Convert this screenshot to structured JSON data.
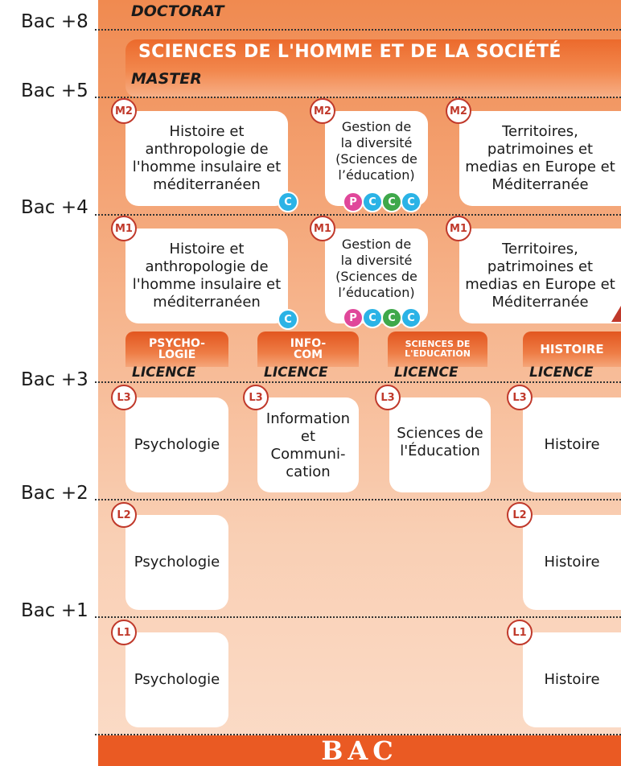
{
  "levels": {
    "bac8": "Bac +8",
    "bac5": "Bac +5",
    "bac4": "Bac +4",
    "bac3": "Bac +3",
    "bac2": "Bac +2",
    "bac1": "Bac +1"
  },
  "doctorat": "DOCTORAT",
  "master_label": "MASTER",
  "domain_title": "SCIENCES DE L'HOMME ET DE LA SOCIÉTÉ",
  "badges": {
    "m2": "M2",
    "m1": "M1",
    "l3": "L3",
    "l2": "L2",
    "l1": "L1"
  },
  "icons": {
    "c": "C",
    "p": "P"
  },
  "master": {
    "histoire": [
      "Histoire et",
      "anthropologie de",
      "l'homme insulaire et",
      "méditerranéen"
    ],
    "gestion": [
      "Gestion de",
      "la diversité",
      "(Sciences de",
      "l’éducation)"
    ],
    "territoires": [
      "Territoires,",
      "patrimoines et",
      "medias en Europe et",
      "Méditerranée"
    ]
  },
  "tabs": {
    "psycho": [
      "PSYCHO-",
      "LOGIE"
    ],
    "infocom": [
      "INFO-",
      "COM"
    ],
    "sciedu": [
      "SCIENCES DE",
      "L'EDUCATION"
    ],
    "histoire": [
      "HISTOIRE"
    ]
  },
  "licence_label": "LICENCE",
  "licence": {
    "psychologie": "Psychologie",
    "infocom": [
      "Information",
      "et",
      "Communi-",
      "cation"
    ],
    "sciedu": [
      "Sciences de",
      "l'Éducation"
    ],
    "histoire": "Histoire"
  },
  "bac": "BAC",
  "colors": {
    "accent": "#ea5a23",
    "badge": "#c0392b",
    "c_icon": "#2bb3e6",
    "p_icon": "#e0479a",
    "g_icon": "#3fa84a"
  }
}
